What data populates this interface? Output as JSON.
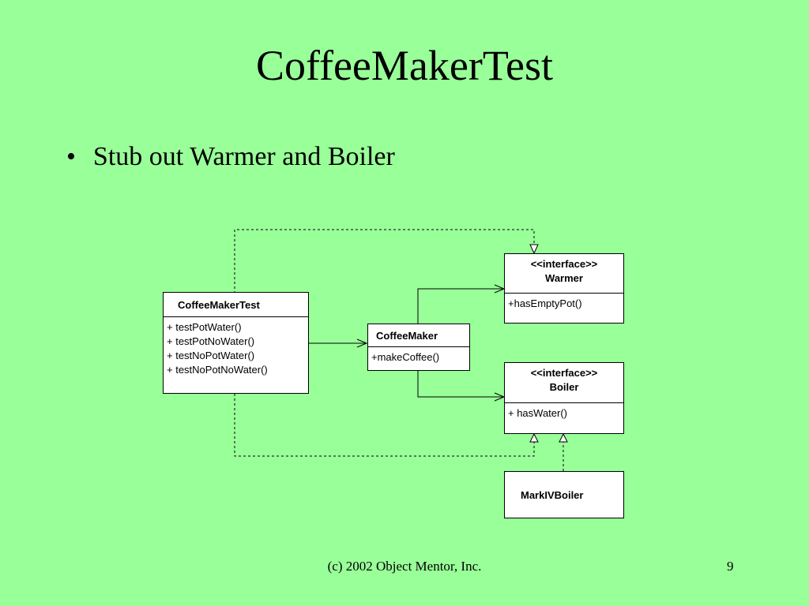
{
  "title": "CoffeeMakerTest",
  "bullet": {
    "marker": "•",
    "text": "Stub out Warmer and Boiler"
  },
  "classes": {
    "test": {
      "name": "CoffeeMakerTest",
      "ops": [
        "+ testPotWater()",
        "+ testPotNoWater()",
        "+ testNoPotWater()",
        "+ testNoPotNoWater()"
      ]
    },
    "coffeemaker": {
      "name": "CoffeeMaker",
      "ops": [
        "+makeCoffee()"
      ]
    },
    "warmer": {
      "stereotype": "<<interface>>",
      "name": "Warmer",
      "ops": [
        "+hasEmptyPot()"
      ]
    },
    "boiler": {
      "stereotype": "<<interface>>",
      "name": "Boiler",
      "ops": [
        "+ hasWater()"
      ]
    },
    "markiv": {
      "name": "MarkIVBoiler"
    }
  },
  "footer": {
    "copyright": "(c) 2002 Object Mentor, Inc.",
    "page": "9"
  }
}
